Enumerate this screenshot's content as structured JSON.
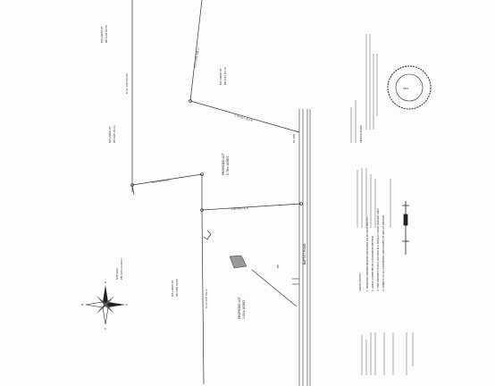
{
  "document": {
    "type": "boundary survey plat (rotated scan)"
  },
  "labels": {
    "parcel_lot_2": "PROPOSED LOT",
    "parcel_lot_2_area": "2.76± ACRES",
    "parcel_lot_1": "PROPOSED LOT",
    "parcel_lot_1_area": "1.00± ACRES",
    "road": "BAPTIST ROAD",
    "survey_notes_heading": "SURVEY NOTES:",
    "certification_heading": "CERTIFICATION:",
    "compass_n": "N",
    "compass_s": "S",
    "compass_e": "E",
    "compass_w": "W"
  },
  "legend": {
    "notes": [
      "1. BEARINGS SHOWN HEREON ARE BASED ON NC GRID NAD 83",
      "2. AREAS COMPUTED BY COORDINATE METHOD",
      "3. THIS PROPERTY IS NOT LOCATED IN A SPECIAL FLOOD HAZARD AREA",
      "4. SUBJECT TO ALL EASEMENTS AND RIGHTS OF WAY OF RECORD"
    ]
  }
}
